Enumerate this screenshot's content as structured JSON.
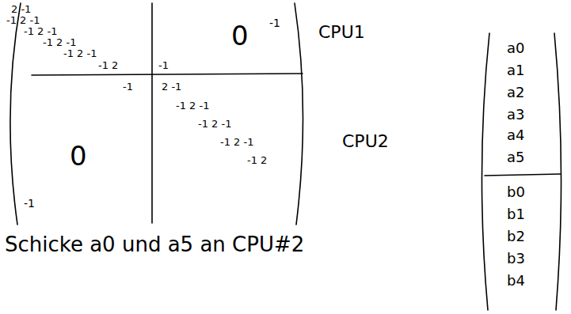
{
  "diagram": {
    "labels": [
      "2 -1",
      "-1 2 -1",
      "-1 2 -1",
      "-1 2 -1",
      "-1 2 -1",
      "-1 2",
      "-1",
      "-1",
      "0",
      "-1",
      "2 -1",
      "-1 2 -1",
      "-1 2 -1",
      "-1 2 -1",
      "-1 2",
      "0",
      "-1",
      "CPU1",
      "CPU2",
      "a0",
      "a1",
      "a2",
      "a3",
      "a4",
      "a5",
      "b0",
      "b1",
      "b2",
      "b3",
      "b4",
      "Schicke a0 und a5 an CPU#2"
    ]
  }
}
